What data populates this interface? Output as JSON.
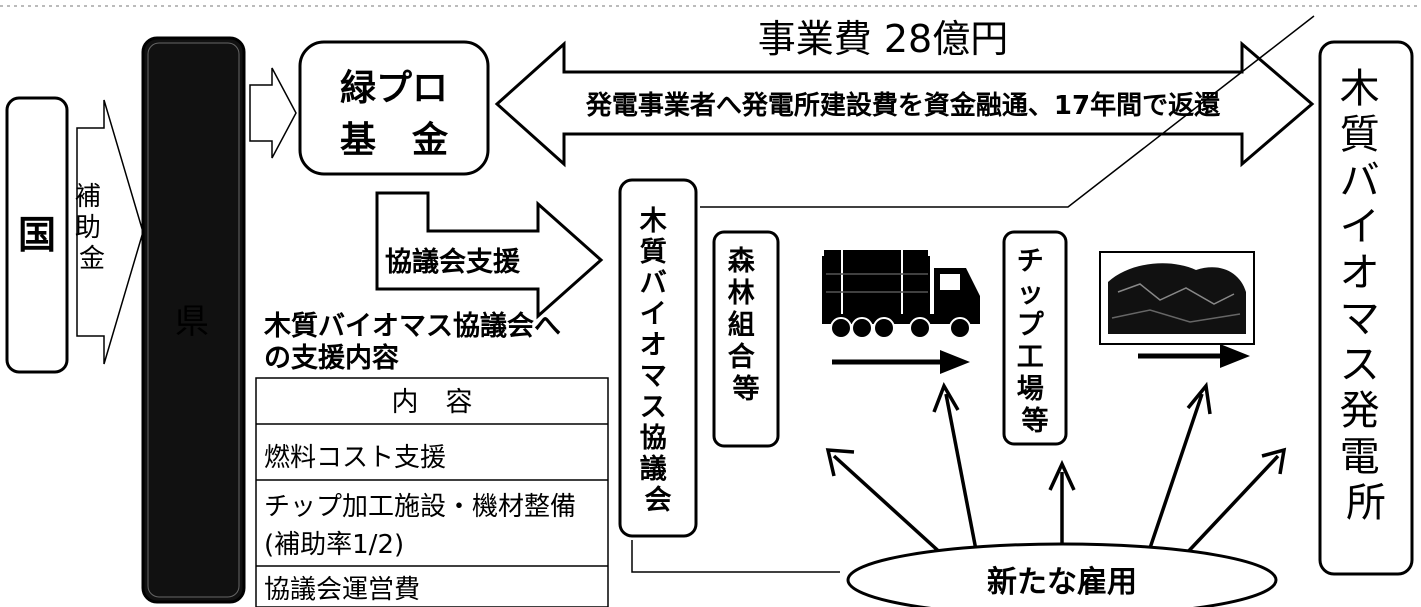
{
  "nodes": {
    "kuni": "国",
    "hojokin": "補助金",
    "ken": "県",
    "fund": "緑プロ基金",
    "council": "木質バイオマス協議会",
    "forest_union": "森林組合等",
    "chip_plant": "チップ工場等",
    "power_plant": "木質バイオマス発電所",
    "employment": "新たな雇用"
  },
  "fund_label": {
    "line1": "緑プロ",
    "line2": "基　金"
  },
  "project": {
    "cost": "事業費 28億円",
    "financing": "発電事業者へ発電所建設費を資金融通、17年間で返還"
  },
  "support_arrow": "協議会支援",
  "support_table": {
    "caption_line1": "木質バイオマス協議会へ",
    "caption_line2": "の支援内容",
    "header": "内　容",
    "rows": [
      "燃料コスト支援",
      "チップ加工施設・機材整備",
      "(補助率1/2)",
      "協議会運営費"
    ]
  },
  "icons": [
    "log-truck-icon",
    "chip-pile-icon"
  ]
}
